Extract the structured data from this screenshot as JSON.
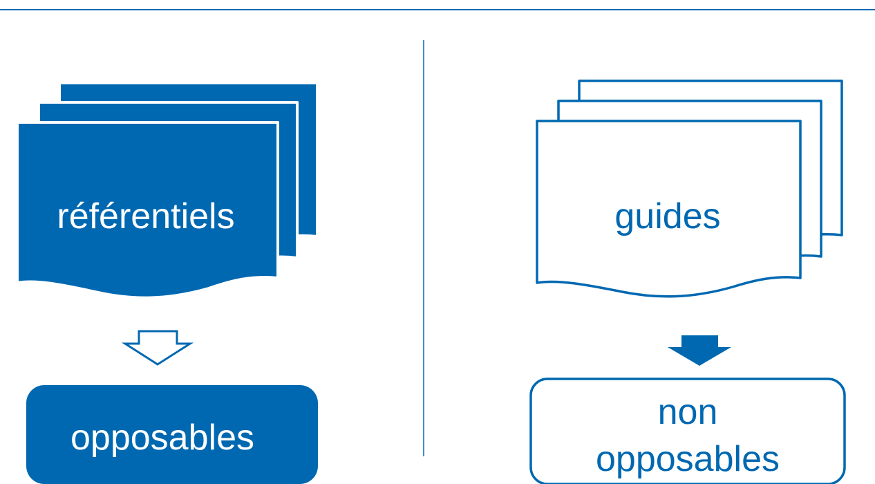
{
  "colors": {
    "primary": "#0068b1",
    "background": "#ffffff",
    "filled_text": "#ffffff",
    "outline_text": "#0068b1"
  },
  "left": {
    "document_label": "référentiels",
    "result_label": "opposables",
    "style": "filled",
    "arrow_icon": "hollow-down-arrow-icon"
  },
  "right": {
    "document_label": "guides",
    "result_label_line1": "non",
    "result_label_line2": "opposables",
    "style": "outline",
    "arrow_icon": "solid-down-arrow-icon"
  }
}
